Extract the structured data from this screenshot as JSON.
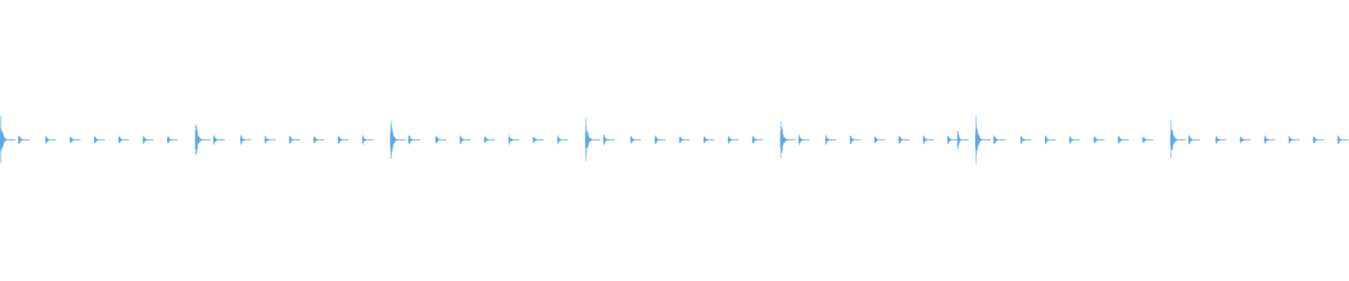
{
  "waveform": {
    "color": "#5aa9e6",
    "background": "#ffffff",
    "pattern": {
      "beats_per_bar": 8,
      "bar_count": 7,
      "accent_amplitude": 0.9,
      "tick_amplitude": 0.22,
      "accent_sustain": 0.45
    },
    "extra_hits": [
      {
        "bar": 4,
        "beat_fraction": 0.98,
        "amplitude": 0.55
      }
    ]
  }
}
